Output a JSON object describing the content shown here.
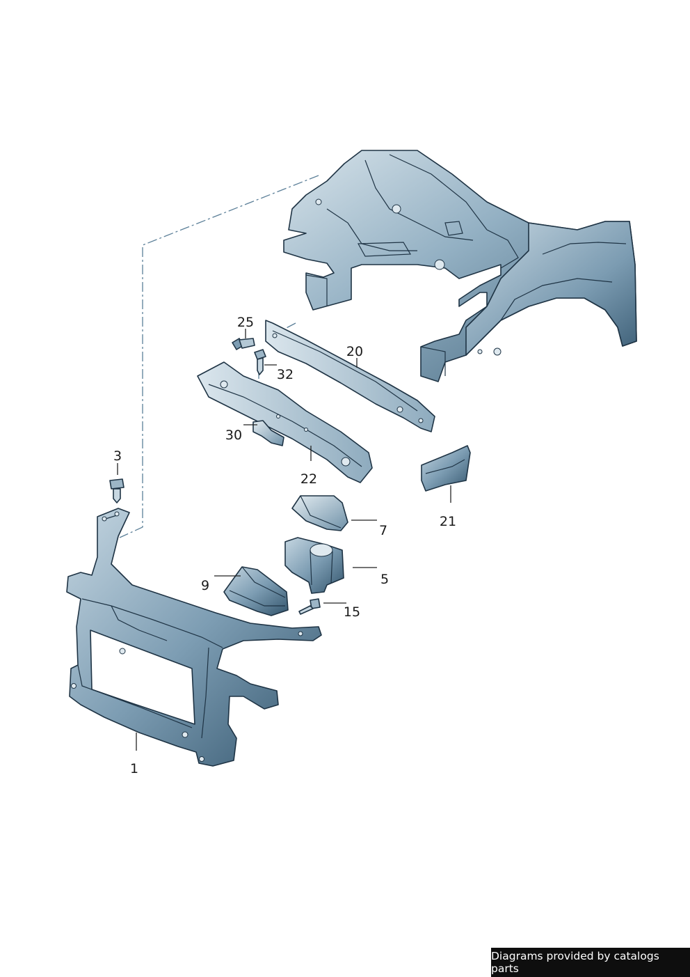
{
  "diagram": {
    "callouts": [
      {
        "id": "25",
        "label": "25"
      },
      {
        "id": "20",
        "label": "20"
      },
      {
        "id": "32",
        "label": "32"
      },
      {
        "id": "30",
        "label": "30"
      },
      {
        "id": "22",
        "label": "22"
      },
      {
        "id": "3",
        "label": "3"
      },
      {
        "id": "21",
        "label": "21"
      },
      {
        "id": "7",
        "label": "7"
      },
      {
        "id": "5",
        "label": "5"
      },
      {
        "id": "9",
        "label": "9"
      },
      {
        "id": "15",
        "label": "15"
      },
      {
        "id": "1",
        "label": "1"
      }
    ],
    "colors": {
      "part_fill_light": "#b7cbd8",
      "part_fill_mid": "#7f9fb5",
      "part_fill_dark": "#3e6179",
      "outline": "#1e3344",
      "dash_line": "#5b7f98"
    }
  },
  "footer": {
    "text": "Diagrams provided by catalogs parts"
  }
}
